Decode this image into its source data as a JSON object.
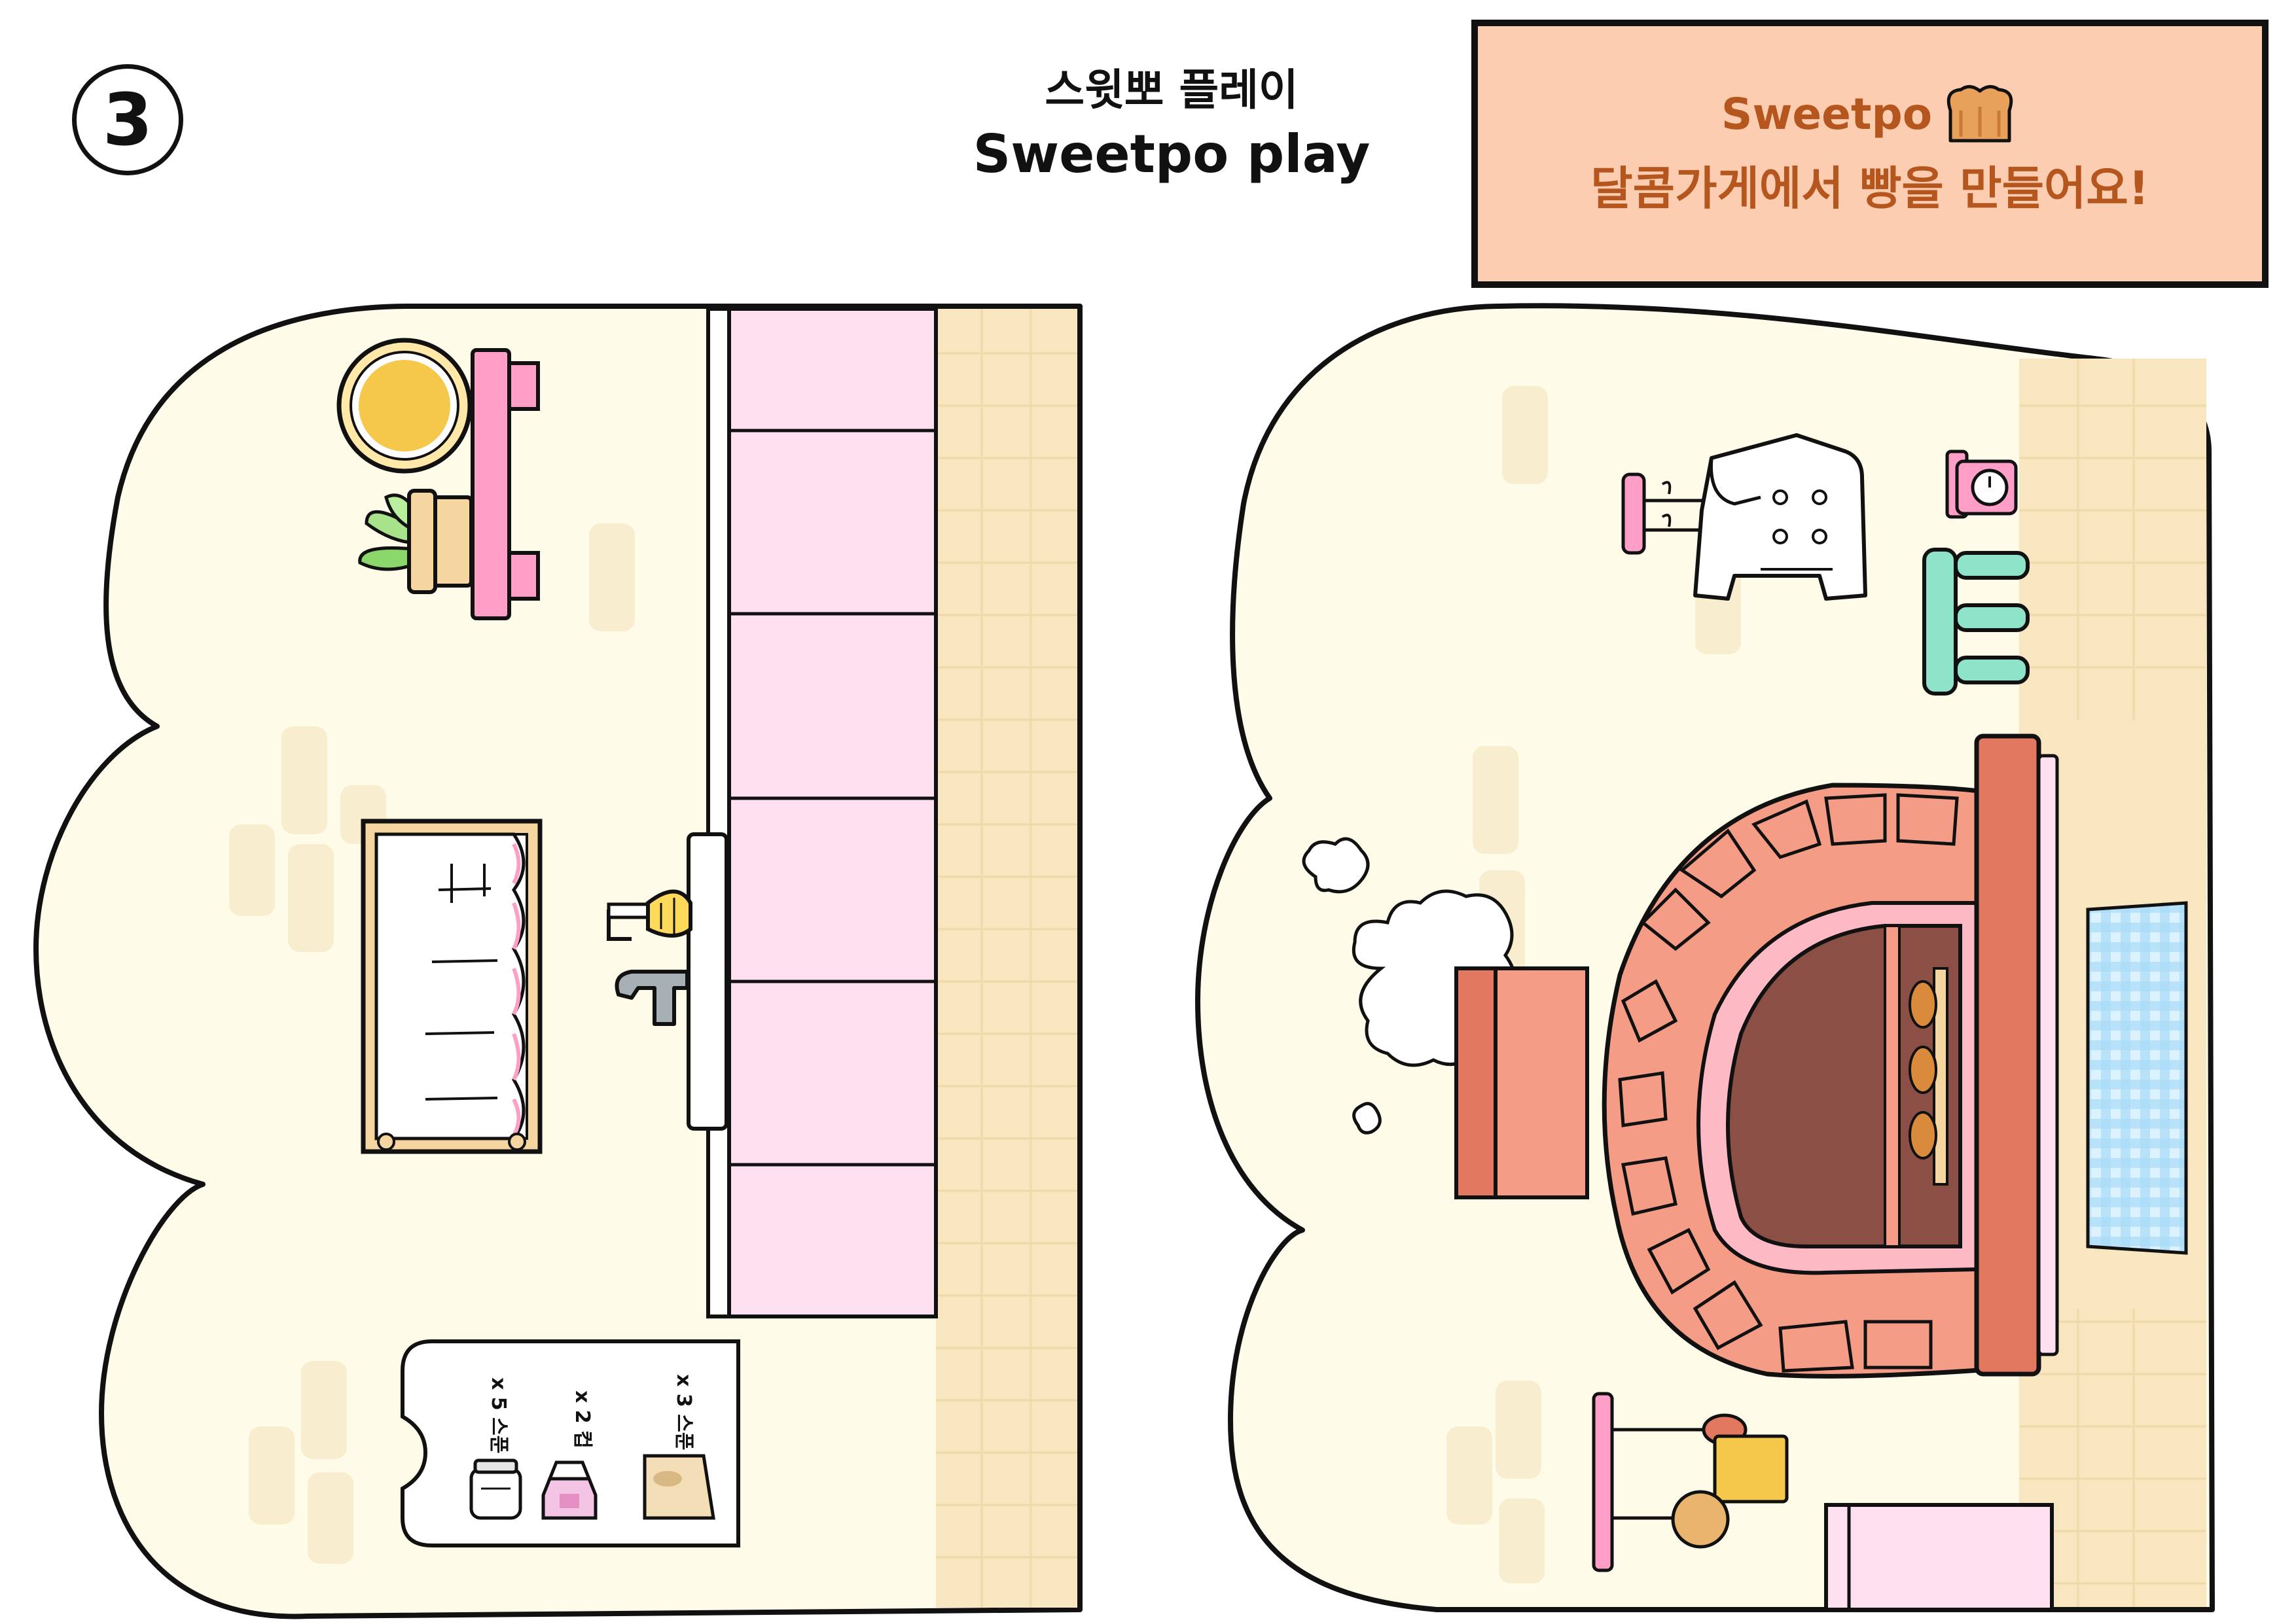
{
  "badge": {
    "number": "3"
  },
  "title": {
    "korean": "스윗뽀 플레이",
    "english": "Sweetpo play"
  },
  "banner": {
    "brand": "Sweetpo",
    "brand_icon": "bread-loaf-icon",
    "message": "달콤가게에서 빵을 만들어요!",
    "background_color": "#FDCDB1",
    "text_color": "#B5561E"
  },
  "recipe_card": {
    "items": [
      {
        "icon": "flour-bag-icon",
        "quantity": "x 3 스푼"
      },
      {
        "icon": "milk-carton-icon",
        "quantity": "x 2 컵"
      },
      {
        "icon": "sugar-jar-icon",
        "quantity": "x 5 스푼"
      }
    ]
  },
  "colors": {
    "wall": "#FEFBE8",
    "brick_stripe": "#F8E6C0",
    "counter_pink": "#FFE0F1",
    "oven_brick": "#F59C86",
    "oven_dark": "#E37860",
    "stool_mint": "#8FE3C9",
    "hanger_pink": "#FF9FC8"
  }
}
